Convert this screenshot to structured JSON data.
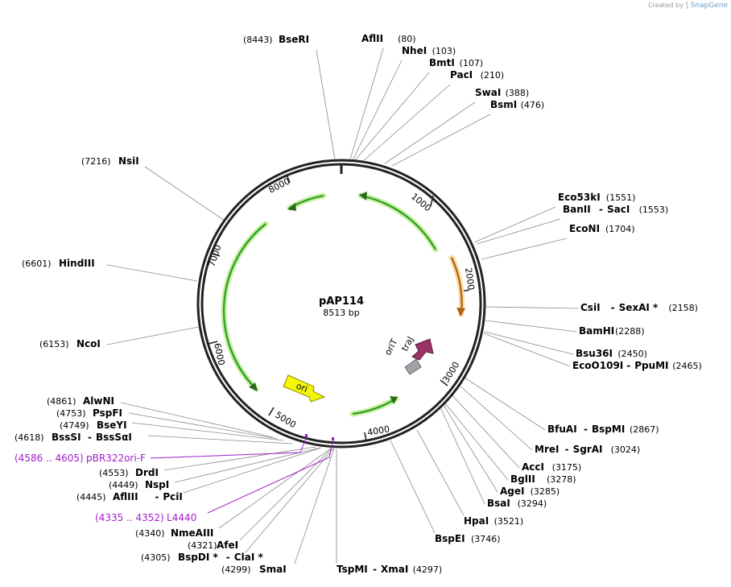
{
  "credit": {
    "prefix": "Created by",
    "brand": "SnapGene"
  },
  "plasmid": {
    "name": "pAP114",
    "length": "8513 bp",
    "total_bp": 8513
  },
  "ticks": [
    "1000",
    "2000",
    "3000",
    "4000",
    "5000",
    "6000",
    "7000",
    "8000"
  ],
  "sites": [
    {
      "name": "BseRI",
      "pos": "(8443)"
    },
    {
      "name": "AflII",
      "pos": "(80)"
    },
    {
      "name": "NheI",
      "pos": "(103)"
    },
    {
      "name": "BmtI",
      "pos": "(107)"
    },
    {
      "name": "PacI",
      "pos": "(210)"
    },
    {
      "name": "SwaI",
      "pos": "(388)"
    },
    {
      "name": "BsmI",
      "pos": "(476)"
    },
    {
      "name": "Eco53kI",
      "pos": "(1551)"
    },
    {
      "name": "BanII",
      "name2": "SacI",
      "pos": "(1553)"
    },
    {
      "name": "EcoNI",
      "pos": "(1704)"
    },
    {
      "name": "CsiI",
      "name2": "SexAI *",
      "pos": "(2158)"
    },
    {
      "name": "BamHI",
      "pos": "(2288)"
    },
    {
      "name": "Bsu36I",
      "pos": "(2450)"
    },
    {
      "name": "EcoO109I",
      "name2": "PpuMI",
      "pos": "(2465)"
    },
    {
      "name": "BfuAI",
      "name2": "BspMI",
      "pos": "(2867)"
    },
    {
      "name": "MreI",
      "name2": "SgrAI",
      "pos": "(3024)"
    },
    {
      "name": "AccI",
      "pos": "(3175)"
    },
    {
      "name": "BglII",
      "pos": "(3278)"
    },
    {
      "name": "AgeI",
      "pos": "(3285)"
    },
    {
      "name": "BsaI",
      "pos": "(3294)"
    },
    {
      "name": "HpaI",
      "pos": "(3521)"
    },
    {
      "name": "BspEI",
      "pos": "(3746)"
    },
    {
      "name": "TspMI",
      "name2": "XmaI",
      "pos": "(4297)"
    },
    {
      "name": "SmaI",
      "pos": "(4299)"
    },
    {
      "name": "BspDI *",
      "name2": "ClaI *",
      "pos": "(4305)"
    },
    {
      "name": "AfeI",
      "pos": "(4321)"
    },
    {
      "name": "NmeAIII",
      "pos": "(4340)"
    },
    {
      "name": "AflIII",
      "name2": "PciI",
      "pos": "(4445)"
    },
    {
      "name": "NspI",
      "pos": "(4449)"
    },
    {
      "name": "DrdI",
      "pos": "(4553)"
    },
    {
      "name": "BssSI",
      "name2": "BssSαI",
      "pos": "(4618)"
    },
    {
      "name": "BseYI",
      "pos": "(4749)"
    },
    {
      "name": "PspFI",
      "pos": "(4753)"
    },
    {
      "name": "AlwNI",
      "pos": "(4861)"
    },
    {
      "name": "NcoI",
      "pos": "(6153)"
    },
    {
      "name": "HindIII",
      "pos": "(6601)"
    },
    {
      "name": "NsiI",
      "pos": "(7216)"
    }
  ],
  "primers": [
    {
      "name": "pBR322ori-F",
      "range": "(4586 .. 4605)",
      "color": "#a020c8"
    },
    {
      "name": "L4440",
      "range": "(4335 .. 4352)",
      "color": "#a020c8"
    }
  ],
  "features": [
    {
      "name": "ori",
      "color": "#f5f50a"
    },
    {
      "name": "oriT",
      "color": "#a0a4aa"
    },
    {
      "name": "traJ",
      "color": "#993366"
    }
  ],
  "colors": {
    "backbone": "#222222",
    "cds_green": "#33a02c",
    "cds_glow": "#c8f0a0",
    "orange": "#e8a020",
    "primer": "#a020c8"
  }
}
